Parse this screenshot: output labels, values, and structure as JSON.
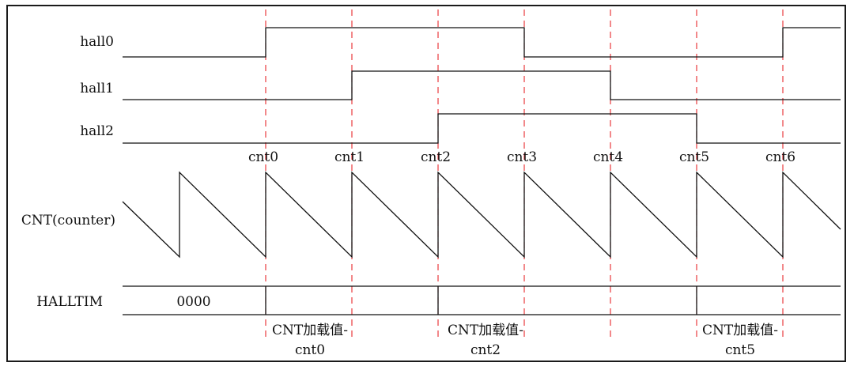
{
  "signals": {
    "hall0": "hall0",
    "hall1": "hall1",
    "hall2": "hall2",
    "cnt": "CNT(counter)",
    "halltim": "HALLTIM"
  },
  "cnt_marks": [
    "cnt0",
    "cnt1",
    "cnt2",
    "cnt3",
    "cnt4",
    "cnt5",
    "cnt6"
  ],
  "halltim_initial": "0000",
  "load_labels": [
    {
      "line1": "CNT加载值-",
      "line2": "cnt0"
    },
    {
      "line1": "CNT加载值-",
      "line2": "cnt2"
    },
    {
      "line1": "CNT加载值-",
      "line2": "cnt5"
    }
  ],
  "colors": {
    "guide": "#e8262a",
    "line": "#111111"
  }
}
